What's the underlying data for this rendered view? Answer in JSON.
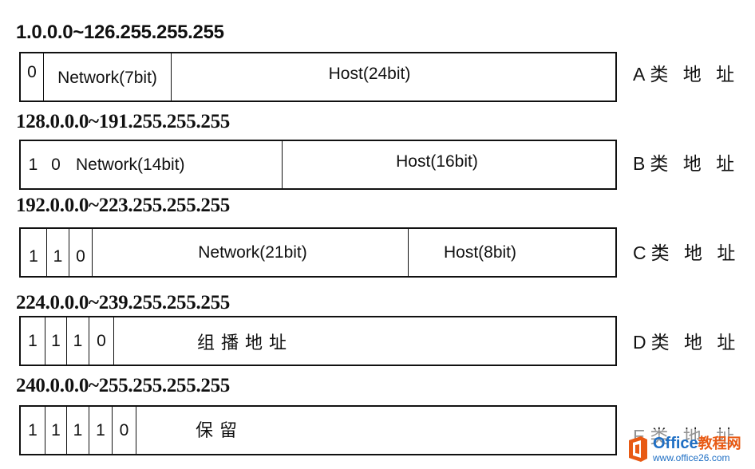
{
  "rows": [
    {
      "range": "1.0.0.0~126.255.255.255",
      "bits": [
        "0"
      ],
      "network": "Network(7bit)",
      "host": "Host(24bit)",
      "label": "A类 地 址"
    },
    {
      "range": "128.0.0.0~191.255.255.255",
      "bits": [
        "1",
        "0"
      ],
      "network": "Network(14bit)",
      "host": "Host(16bit)",
      "label": "B类 地 址"
    },
    {
      "range": "192.0.0.0~223.255.255.255",
      "bits": [
        "1",
        "1",
        "0"
      ],
      "network": "Network(21bit)",
      "host": "Host(8bit)",
      "label": "C类 地 址"
    },
    {
      "range": "224.0.0.0~239.255.255.255",
      "bits": [
        "1",
        "1",
        "1",
        "0"
      ],
      "rest": "组播地址",
      "label": "D类 地 址"
    },
    {
      "range": "240.0.0.0~255.255.255.255",
      "bits": [
        "1",
        "1",
        "1",
        "1",
        "0"
      ],
      "rest": "保留",
      "label": "E类 地 址"
    }
  ],
  "watermark": {
    "brand": "Office",
    "brand_cn": "教程网",
    "url": "www.office26.com"
  },
  "colors": {
    "line": "#111111",
    "watermark_blue": "#1f6fc4",
    "watermark_orange": "#e85a14"
  }
}
